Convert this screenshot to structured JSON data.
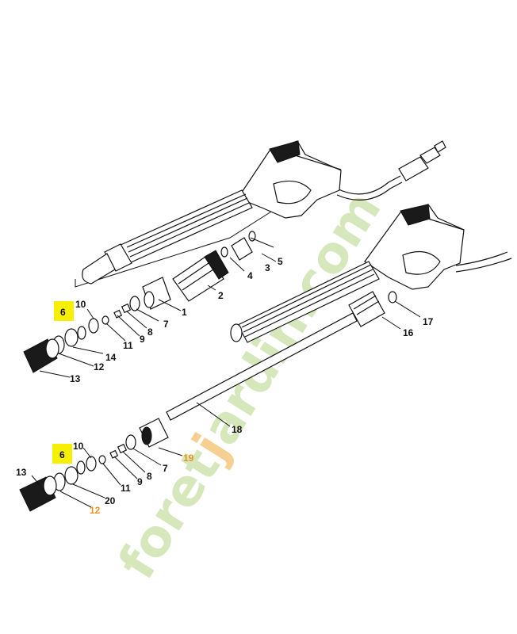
{
  "watermark": {
    "part1": "foret",
    "accent": "j",
    "part2": "ardin.com",
    "color_main": "#cfe3b0",
    "color_accent": "#f4c880"
  },
  "highlight_color": "#f6f000",
  "accent_label_color": "#e8921f",
  "upper_assembly": {
    "labels": {
      "p1": "1",
      "p2": "2",
      "p3": "3",
      "p4": "4",
      "p5": "5",
      "p6": "6",
      "p7": "7",
      "p8": "8",
      "p9": "9",
      "p10": "10",
      "p11": "11",
      "p12": "12",
      "p13": "13",
      "p14": "14"
    }
  },
  "lower_assembly": {
    "labels": {
      "p6": "6",
      "p7": "7",
      "p8": "8",
      "p9": "9",
      "p10": "10",
      "p11": "11",
      "p12": "12",
      "p13": "13",
      "p16": "16",
      "p17": "17",
      "p18": "18",
      "p19": "19",
      "p20": "20"
    }
  }
}
